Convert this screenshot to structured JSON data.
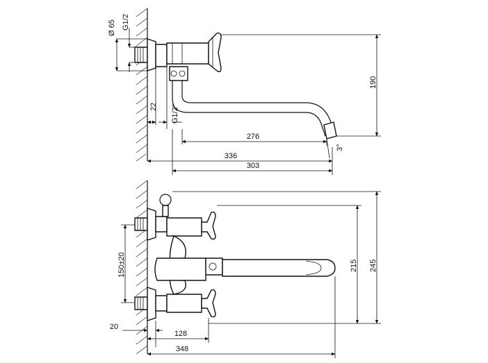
{
  "side_view": {
    "diameter_label": "Ø 65",
    "thread_top_label": "G1/2",
    "dim_22": "22",
    "thread_bottom_label": "G1/2\"",
    "dim_190": "190",
    "dim_276": "276",
    "angle_label": "3°",
    "dim_336": "336",
    "dim_303": "303"
  },
  "front_view": {
    "dim_245": "245",
    "dim_215": "215",
    "dim_150": "150±20",
    "dim_20": "20",
    "dim_128": "128",
    "dim_348": "348"
  }
}
